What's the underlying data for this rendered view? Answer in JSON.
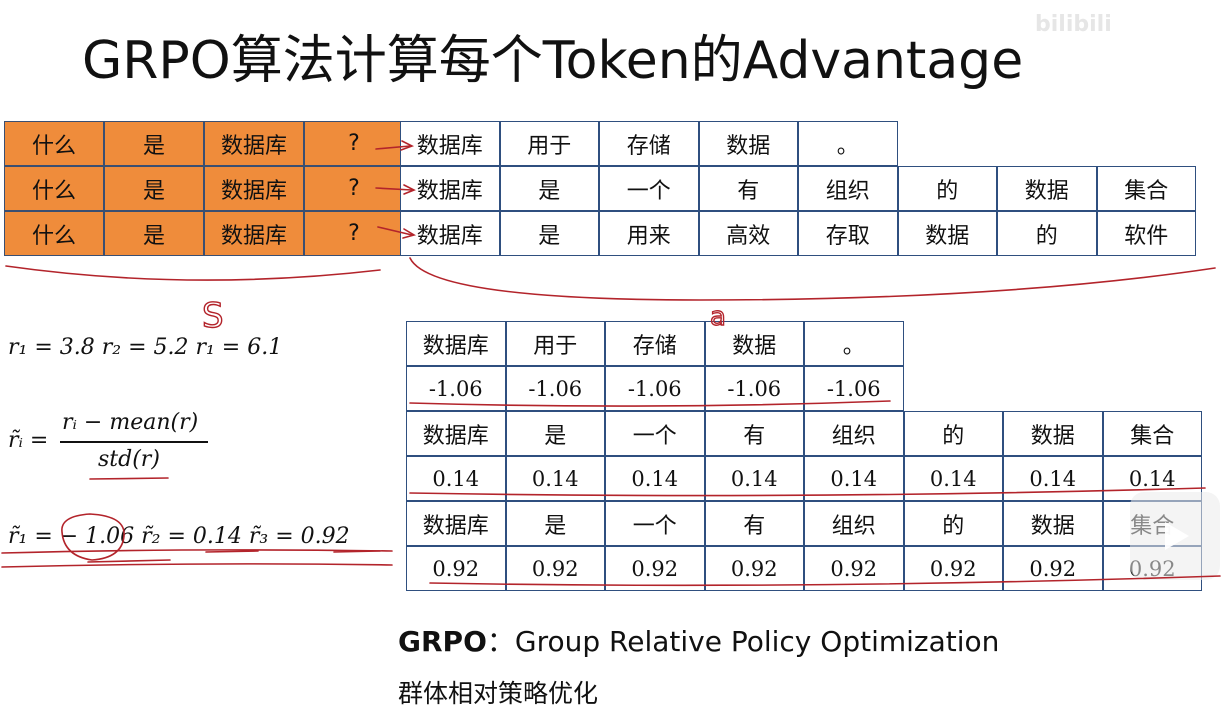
{
  "title": "GRPO算法计算每个Token的Advantage",
  "watermark": "bilibili",
  "prompt_tokens": [
    "什么",
    "是",
    "数据库",
    "?"
  ],
  "responses": [
    [
      "数据库",
      "用于",
      "存储",
      "数据",
      "。"
    ],
    [
      "数据库",
      "是",
      "一个",
      "有",
      "组织",
      "的",
      "数据",
      "集合"
    ],
    [
      "数据库",
      "是",
      "用来",
      "高效",
      "存取",
      "数据",
      "的",
      "软件"
    ]
  ],
  "advantage_tables": [
    {
      "tokens": [
        "数据库",
        "用于",
        "存储",
        "数据",
        "。"
      ],
      "values": [
        "-1.06",
        "-1.06",
        "-1.06",
        "-1.06",
        "-1.06"
      ]
    },
    {
      "tokens": [
        "数据库",
        "是",
        "一个",
        "有",
        "组织",
        "的",
        "数据",
        "集合"
      ],
      "values": [
        "0.14",
        "0.14",
        "0.14",
        "0.14",
        "0.14",
        "0.14",
        "0.14",
        "0.14"
      ]
    },
    {
      "tokens": [
        "数据库",
        "是",
        "一个",
        "有",
        "组织",
        "的",
        "数据",
        "集合"
      ],
      "values": [
        "0.92",
        "0.92",
        "0.92",
        "0.92",
        "0.92",
        "0.92",
        "0.92",
        "0.92"
      ]
    }
  ],
  "handwritten": {
    "s_mark": "S",
    "a_mark": "a"
  },
  "formulas": {
    "rewards": "r₁ = 3.8    r₂ = 5.2    r₁ = 6.1",
    "lhs": "r̃ᵢ =",
    "numerator": "rᵢ − mean(r)",
    "denominator": "std(r)",
    "results": "r̃₁ = − 1.06    r̃₂ = 0.14    r̃₃ = 0.92"
  },
  "caption": {
    "bold": "GRPO",
    "rest": "：Group Relative Policy Optimization",
    "chinese": "群体相对策略优化"
  },
  "player": {
    "play_icon": "play-icon"
  },
  "colors": {
    "prompt_fill": "#ef8c3b",
    "border": "#2f4f7f",
    "ink": "#b3242b"
  }
}
